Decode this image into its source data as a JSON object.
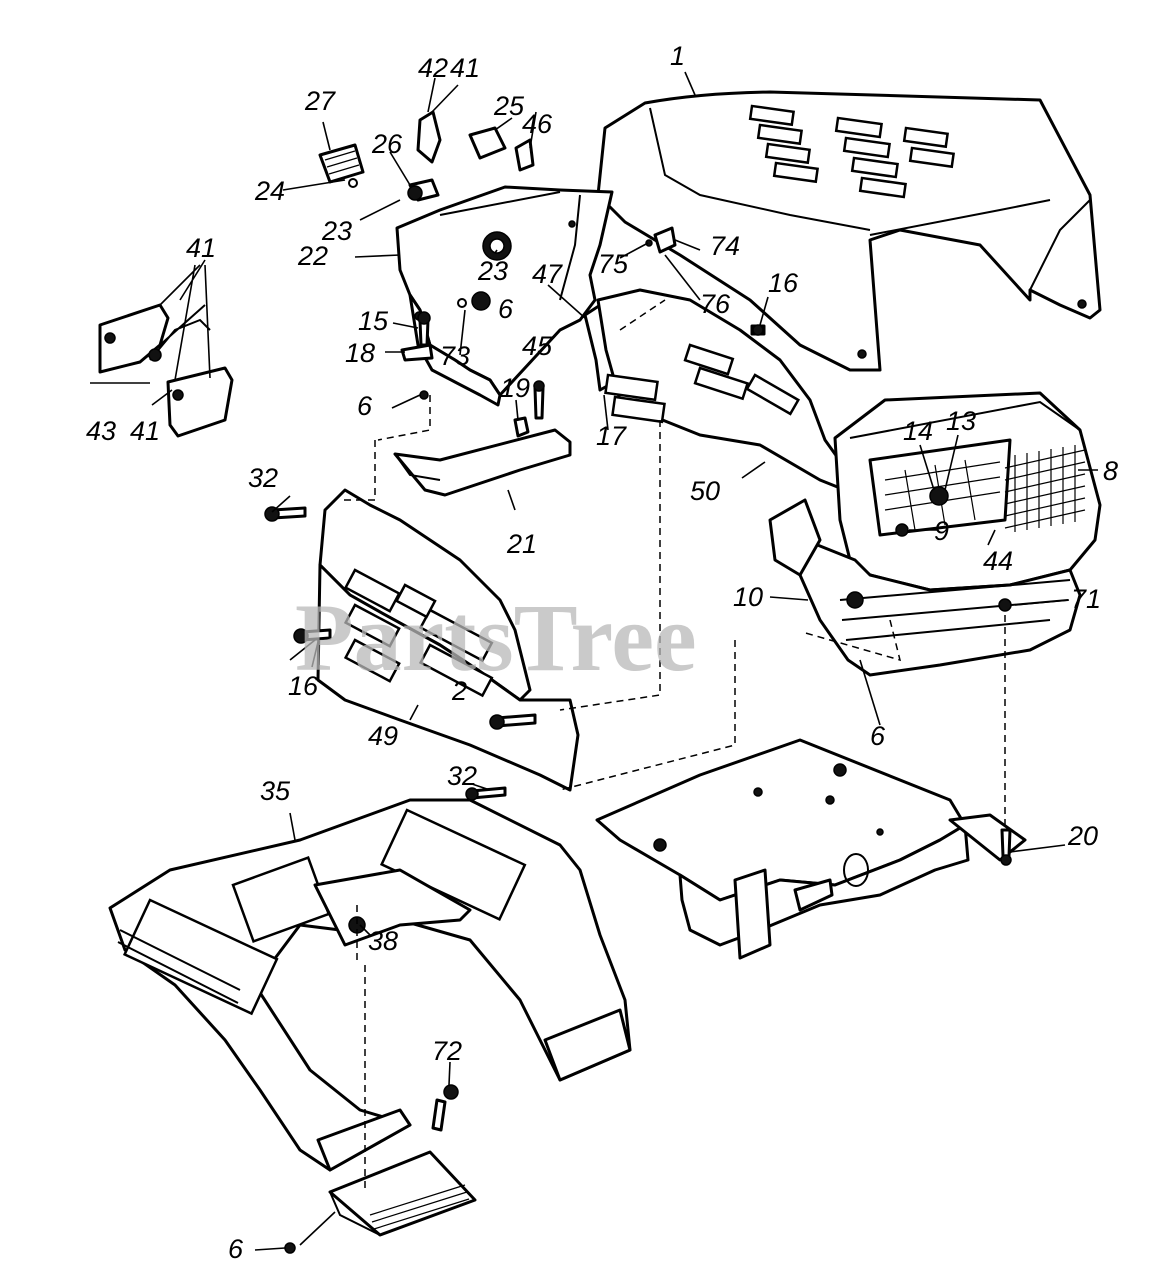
{
  "watermark": "PartsTree",
  "callouts": {
    "c1": "1",
    "c2": "2",
    "c6a": "6",
    "c6b": "6",
    "c6c": "6",
    "c6d": "6",
    "c8": "8",
    "c9": "9",
    "c10": "10",
    "c13": "13",
    "c14": "14",
    "c15": "15",
    "c16a": "16",
    "c16b": "16",
    "c17": "17",
    "c18": "18",
    "c19": "19",
    "c20": "20",
    "c21": "21",
    "c22": "22",
    "c23a": "23",
    "c23b": "23",
    "c24": "24",
    "c25": "25",
    "c26": "26",
    "c27": "27",
    "c32a": "32",
    "c32b": "32",
    "c35": "35",
    "c38": "38",
    "c41a": "41",
    "c41b": "41",
    "c41c": "41",
    "c42": "42",
    "c43": "43",
    "c44": "44",
    "c45": "45",
    "c46": "46",
    "c47": "47",
    "c49": "49",
    "c50": "50",
    "c71": "71",
    "c72": "72",
    "c73": "73",
    "c74": "74",
    "c75": "75",
    "c76": "76"
  }
}
